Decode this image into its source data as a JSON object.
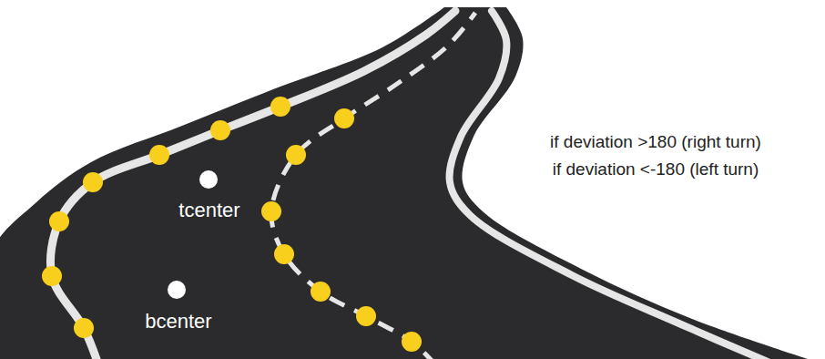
{
  "diagram": {
    "labels": [
      "tcenter",
      "bcenter",
      "if deviation >180 (right turn)",
      "if deviation <-180 (left turn)"
    ]
  }
}
